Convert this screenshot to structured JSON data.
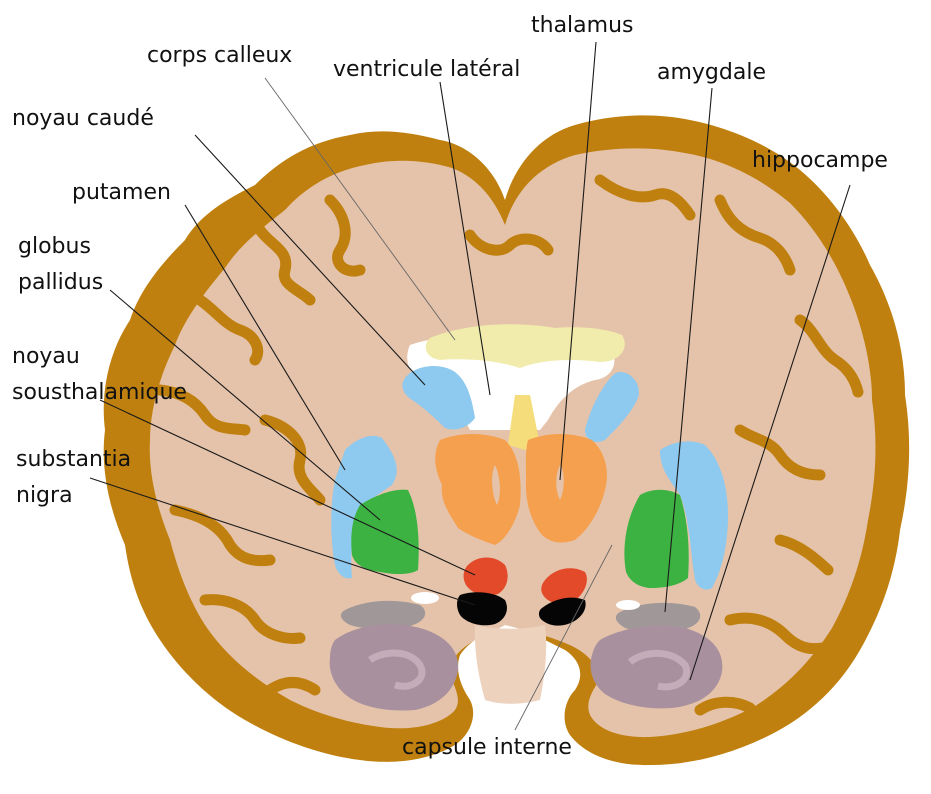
{
  "labels": {
    "corps_calleux": "corps calleux",
    "ventricule_lateral": "ventricule latéral",
    "thalamus": "thalamus",
    "amygdale": "amygdale",
    "noyau_caude": "noyau caudé",
    "hippocampe": "hippocampe",
    "putamen": "putamen",
    "globus_line1": "globus",
    "globus_line2": "pallidus",
    "stn_line1": "noyau",
    "stn_line2": "sousthalamique",
    "sn_line1": "substantia",
    "sn_line2": "nigra",
    "capsule_interne": "capsule interne"
  },
  "colors": {
    "cortex": "#bf800f",
    "white_matter": "#e5c3aa",
    "corpus_callosum": "#f1ecac",
    "caudate": "#8ec9ef",
    "putamen": "#8ec9ef",
    "globus_pallidus": "#3cb242",
    "thalamus": "#f5a04e",
    "subthalamic": "#e24a2a",
    "substantia_nigra": "#050505",
    "hippocampus": "#a8909e",
    "amygdala": "#a09898",
    "ventricle": "#ffffff",
    "third_ventricle": "#f4dd7a"
  }
}
